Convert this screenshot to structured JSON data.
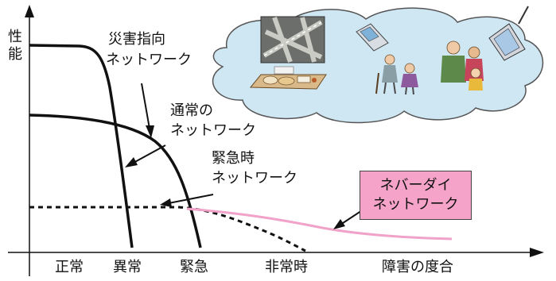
{
  "y_axis_label": "性能",
  "x_axis_ticks": [
    "正常",
    "異常",
    "緊急",
    "非常時",
    "障害の度合"
  ],
  "labels": {
    "disaster_network": [
      "災害指向",
      "ネットワーク"
    ],
    "normal_network": [
      "通常の",
      "ネットワーク"
    ],
    "emergency_network": [
      "緊急時",
      "ネットワーク"
    ],
    "neighbor_network": [
      "ネバーダイ",
      "ネットワーク"
    ]
  },
  "cloud_illustrations": [
    "road-photo",
    "mobile-phone-icon",
    "pda-tablet-icon",
    "food-tray-photo",
    "elderly-couple-figure",
    "family-figure"
  ],
  "colors": {
    "curve": "#111111",
    "neighbor_curve": "#f0a2c8",
    "neighbor_box": "#f5a3c9",
    "cloud_fill": "#cfe6f3"
  }
}
